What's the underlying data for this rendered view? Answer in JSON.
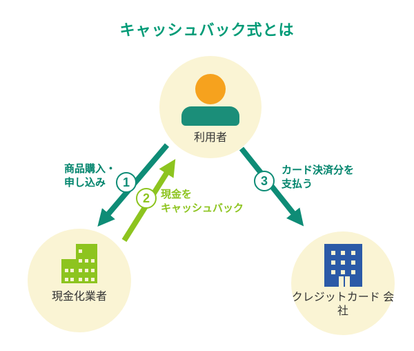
{
  "title": "キャッシュバック式とは",
  "colors": {
    "teal_arrow": "#0E8C76",
    "teal_label": "#00846C",
    "teal_title": "#009B77",
    "green": "#8DC41F",
    "building_blue": "#2B5AA7",
    "person_head_orange": "#F6A21E",
    "person_body_teal": "#1B8E79",
    "node_circle_bg": "#FAF4D4",
    "node_text": "#333333"
  },
  "nodes": {
    "user": {
      "label": "利用者",
      "icon": "person-icon"
    },
    "cash_business": {
      "label": "現金化業者",
      "icon": "building-green-icon"
    },
    "credit_card": {
      "label_line1": "クレジットカード",
      "label_line2": "会社",
      "icon": "building-blue-icon"
    }
  },
  "arrows": {
    "purchase": {
      "number": "1",
      "label_line1": "商品購入・",
      "label_line2": "申し込み",
      "direction": "user→cash_business"
    },
    "cashback": {
      "number": "2",
      "label_line1": "現金を",
      "label_line2": "キャッシュバック",
      "direction": "cash_business→user"
    },
    "payment": {
      "number": "3",
      "label_line1": "カード決済分を",
      "label_line2": "支払う",
      "direction": "user→credit_card"
    }
  }
}
